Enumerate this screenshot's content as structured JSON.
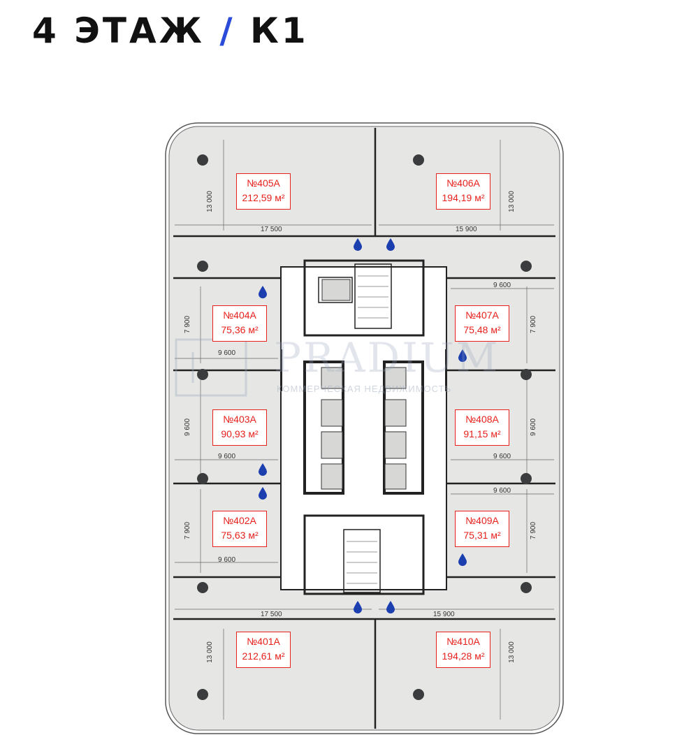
{
  "title": {
    "main": "4 ЭТАЖ",
    "slash": "/",
    "section": "К1"
  },
  "watermark": {
    "brand": "PRADIUM",
    "subtitle": "КОММЕРЧЕСКАЯ НЕДВИЖИМОСТЬ"
  },
  "units": [
    {
      "id": "405A",
      "number": "№405А",
      "area": "212,59 м²"
    },
    {
      "id": "406A",
      "number": "№406А",
      "area": "194,19 м²"
    },
    {
      "id": "404A",
      "number": "№404А",
      "area": "75,36 м²"
    },
    {
      "id": "407A",
      "number": "№407А",
      "area": "75,48 м²"
    },
    {
      "id": "403A",
      "number": "№403А",
      "area": "90,93 м²"
    },
    {
      "id": "408A",
      "number": "№408А",
      "area": "91,15 м²"
    },
    {
      "id": "402A",
      "number": "№402А",
      "area": "75,63 м²"
    },
    {
      "id": "409A",
      "number": "№409А",
      "area": "75,31 м²"
    },
    {
      "id": "401A",
      "number": "№401А",
      "area": "212,61 м²"
    },
    {
      "id": "410A",
      "number": "№410А",
      "area": "194,28 м²"
    }
  ],
  "dimensions": {
    "d_13000_a": "13 000",
    "d_13000_b": "13 000",
    "d_13000_c": "13 000",
    "d_13000_d": "13 000",
    "d_17500_top": "17 500",
    "d_15900_top": "15 900",
    "d_17500_bot": "17 500",
    "d_15900_bot": "15 900",
    "d_9600_l1": "9 600",
    "d_9600_l2": "9 600",
    "d_9600_l3": "9 600",
    "d_9600_r1": "9 600",
    "d_9600_r2": "9 600",
    "d_9600_r3": "9 600",
    "d_7900_l1": "7 900",
    "d_7900_l2": "7 900",
    "d_7900_r1": "7 900",
    "d_7900_r2": "7 900",
    "d_9600_lv": "9 600",
    "d_9600_rv": "9 600"
  },
  "colors": {
    "unit_fill": "#e6e7e5",
    "core_fill": "#ffffff",
    "label_red": "#e8201c",
    "water_blue": "#1c3fb0",
    "wall": "#222222",
    "title_accent": "#2a4cd8"
  }
}
